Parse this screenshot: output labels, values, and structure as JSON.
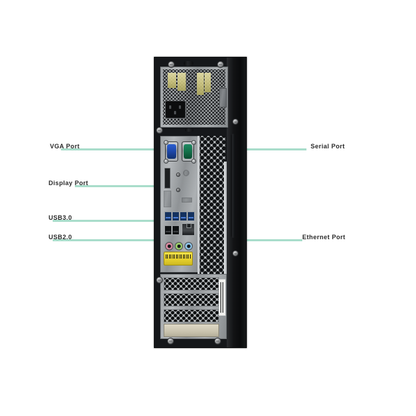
{
  "image": {
    "title": "Desktop PC rear panel port diagram",
    "background_color": "#ffffff",
    "leader_line_color": "#a9ddcb",
    "label_text_color": "#2b2b2b"
  },
  "labels": {
    "left": [
      {
        "id": "vga-port",
        "text": "VGA Port"
      },
      {
        "id": "display-port",
        "text": "Display Port"
      },
      {
        "id": "usb-3-0",
        "text": "USB3.0"
      },
      {
        "id": "usb-2-0",
        "text": "USB2.0"
      }
    ],
    "right": [
      {
        "id": "serial-port",
        "text": "Serial Port"
      },
      {
        "id": "ethernet-port",
        "text": "Ethernet Port"
      }
    ]
  },
  "chassis": {
    "color": "#15171a",
    "sections": {
      "psu": "power supply unit with perforated grille",
      "io_panel": "motherboard rear I/O panel",
      "expansion": "PCI expansion slot covers"
    }
  },
  "ports": {
    "vga": {
      "name": "VGA (DB15)",
      "color": "#1d47a8",
      "count": 1
    },
    "serial": {
      "name": "Serial (DB9)",
      "color": "#137049",
      "count": 1
    },
    "displayport": {
      "name": "DisplayPort",
      "color": "#1d1f21",
      "count": 1
    },
    "usb3": {
      "name": "USB 3.0",
      "color": "#15325f",
      "count": 4
    },
    "usb2": {
      "name": "USB 2.0",
      "color": "#0f1113",
      "count": 2
    },
    "ethernet": {
      "name": "Ethernet RJ45",
      "color": "#45484b",
      "count": 1
    },
    "audio": {
      "name": "Audio jacks",
      "colors": [
        "#d98aa0",
        "#9ccf6a",
        "#8fc4e8"
      ],
      "count": 3
    },
    "power": {
      "name": "IEC C14 power inlet",
      "color": "#0c0d0e",
      "count": 1
    }
  }
}
